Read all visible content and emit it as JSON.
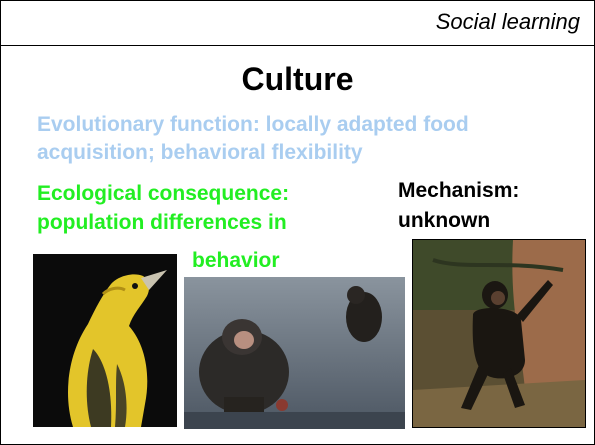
{
  "header": {
    "section_label": "Social learning"
  },
  "title": "Culture",
  "function_text": "Evolutionary function: locally adapted food acquisition; behavioral flexibility",
  "consequence_text": "Ecological consequence: population differences in",
  "consequence_tail": "behavior",
  "mechanism_text": "Mechanism: unknown",
  "colors": {
    "function": "#a9cdf0",
    "consequence": "#22ee22",
    "text": "#000000"
  }
}
